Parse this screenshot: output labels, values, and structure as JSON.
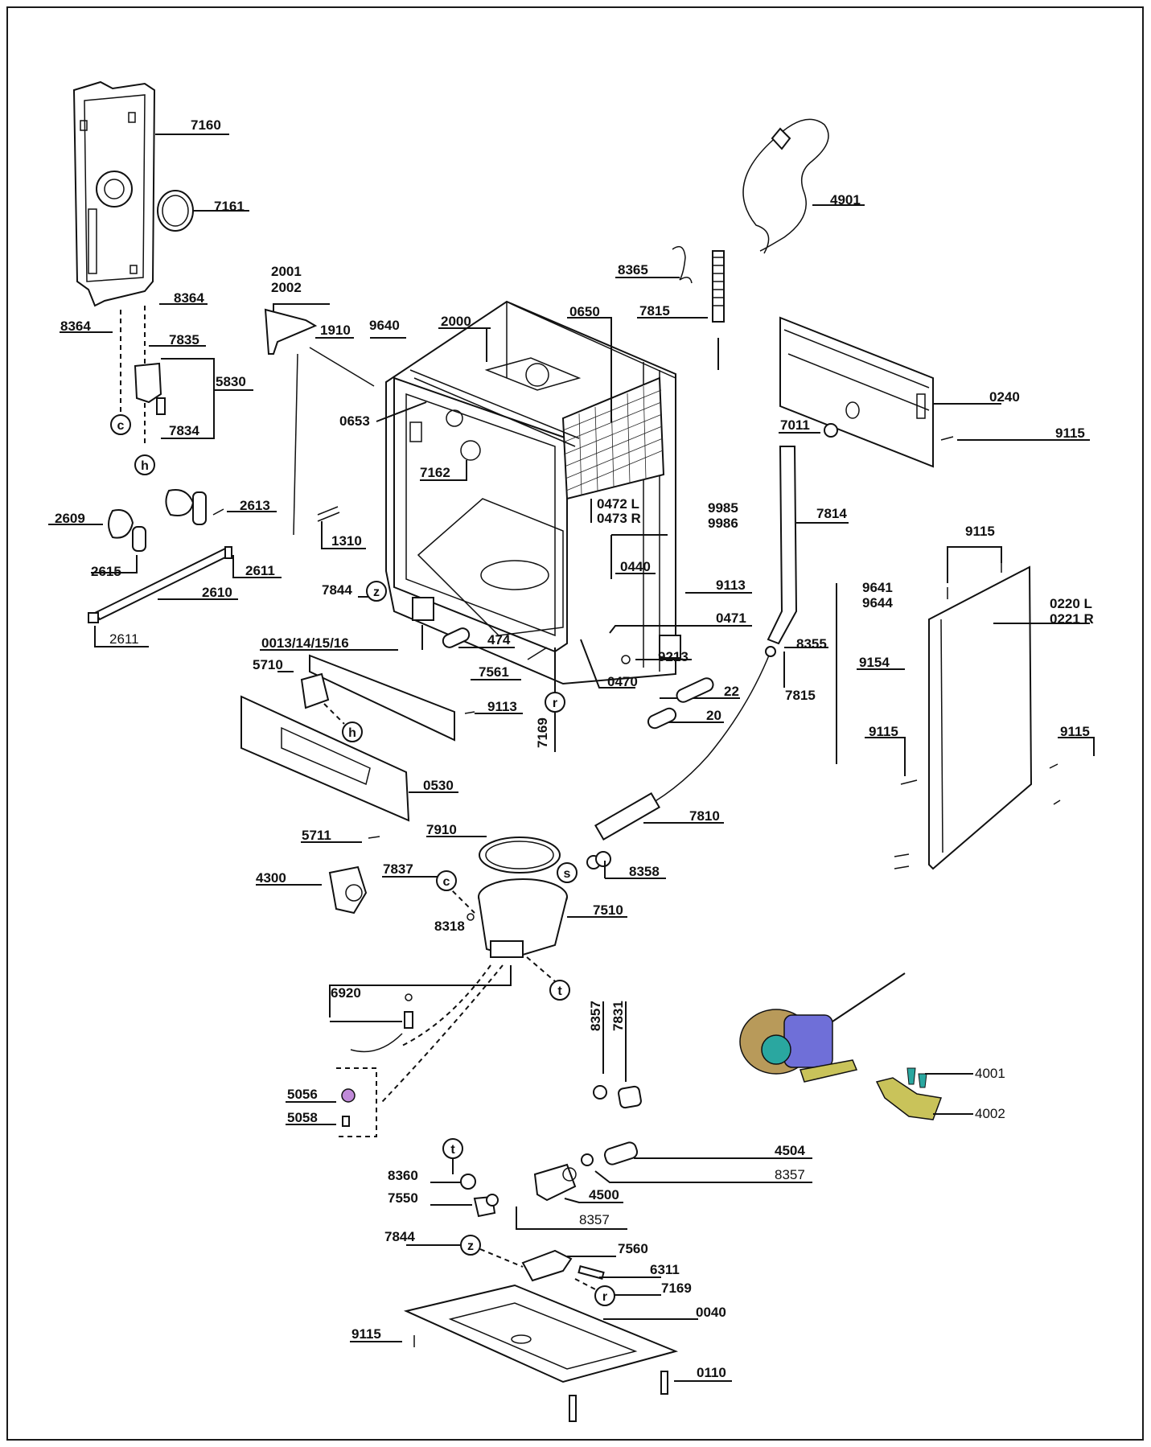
{
  "labels": {
    "l7160": "7160",
    "l7161": "7161",
    "l8364a": "8364",
    "l8364b": "8364",
    "l7835": "7835",
    "l5830": "5830",
    "l7834": "7834",
    "l2001": "2001",
    "l2002": "2002",
    "l1910": "1910",
    "l9640": "9640",
    "l2000": "2000",
    "l0650": "0650",
    "l0653": "0653",
    "l7162": "7162",
    "l4901": "4901",
    "l8365": "8365",
    "l7815a": "7815",
    "l0240": "0240",
    "l7011": "7011",
    "l9115a": "9115",
    "l7814": "7814",
    "l2609": "2609",
    "l2613": "2613",
    "l2615": "2615",
    "l2611a": "2611",
    "l2610": "2610",
    "l2611b": "2611",
    "l1310": "1310",
    "l0472": "0472 L",
    "l0473": "0473 R",
    "l9985": "9985",
    "l9986": "9986",
    "l0440": "0440",
    "l9113a": "9113",
    "l0471": "0471",
    "l9115b": "9115",
    "l9641": "9641",
    "l9644": "9644",
    "l0220": "0220 L",
    "l0221": "0221 R",
    "l7844a": "7844",
    "l0013": "0013/14/15/16",
    "l474": "474",
    "l7561": "7561",
    "l9213": "9213",
    "l8355": "8355",
    "l7815b": "7815",
    "l9154": "9154",
    "l5710": "5710",
    "l9113b": "9113",
    "l7169a": "7169",
    "l0470": "0470",
    "l22": "22",
    "l20": "20",
    "l9115c": "9115",
    "l9115d": "9115",
    "l0530": "0530",
    "l7810": "7810",
    "l5711": "5711",
    "l7910": "7910",
    "l7837": "7837",
    "l4300": "4300",
    "l8358": "8358",
    "l8318": "8318",
    "l7510": "7510",
    "l6920": "6920",
    "l8357a": "8357",
    "l7831": "7831",
    "l4001": "4001",
    "l4002": "4002",
    "l5056": "5056",
    "l5058": "5058",
    "l4504": "4504",
    "l8357b": "8357",
    "l8360": "8360",
    "l4500": "4500",
    "l7550": "7550",
    "l8357c": "8357",
    "l7844b": "7844",
    "l7560": "7560",
    "l6311": "6311",
    "l7169b": "7169",
    "l0040": "0040",
    "l9115e": "9115",
    "l0110": "0110"
  },
  "markers": {
    "c1": "c",
    "h1": "h",
    "z1": "z",
    "h2": "h",
    "r1": "r",
    "c2": "c",
    "s1": "s",
    "t1": "t",
    "t2": "t",
    "z2": "z",
    "r2": "r"
  },
  "colors": {
    "line": "#111111",
    "pump_blue": "#6f6fd8",
    "pump_brass": "#b89a5a",
    "pump_teal": "#2aa7a0",
    "bracket_yellow": "#c9c35a",
    "filter_purple": "#c08ad8"
  }
}
